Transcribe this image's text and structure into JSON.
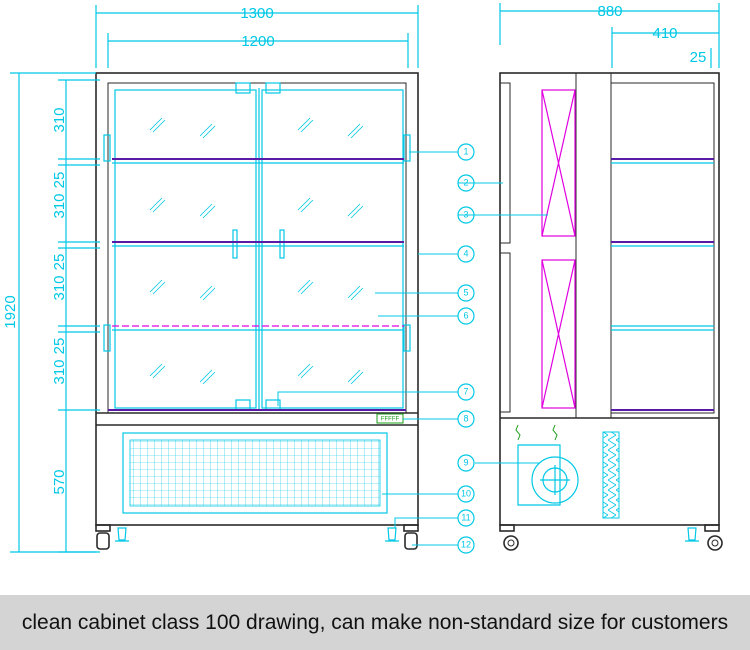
{
  "caption": "clean cabinet class 100 drawing, can make non-standard size for customers",
  "dimensions": {
    "front_width_outer": "1300",
    "front_width_inner": "1200",
    "side_depth": "880",
    "side_410": "410",
    "side_25": "25",
    "height_total": "1920",
    "shelf_310": "310",
    "shelf_25": "25",
    "base_570": "570"
  },
  "callouts": [
    "1",
    "2",
    "3",
    "4",
    "5",
    "6",
    "7",
    "8",
    "9",
    "10",
    "11",
    "12"
  ],
  "panel_label": "FFFFF",
  "colors": {
    "dimension": "#00c8e6",
    "frame": "#2a2a2a",
    "filter": "#e000e0",
    "shelf": "#5a1aa8"
  }
}
